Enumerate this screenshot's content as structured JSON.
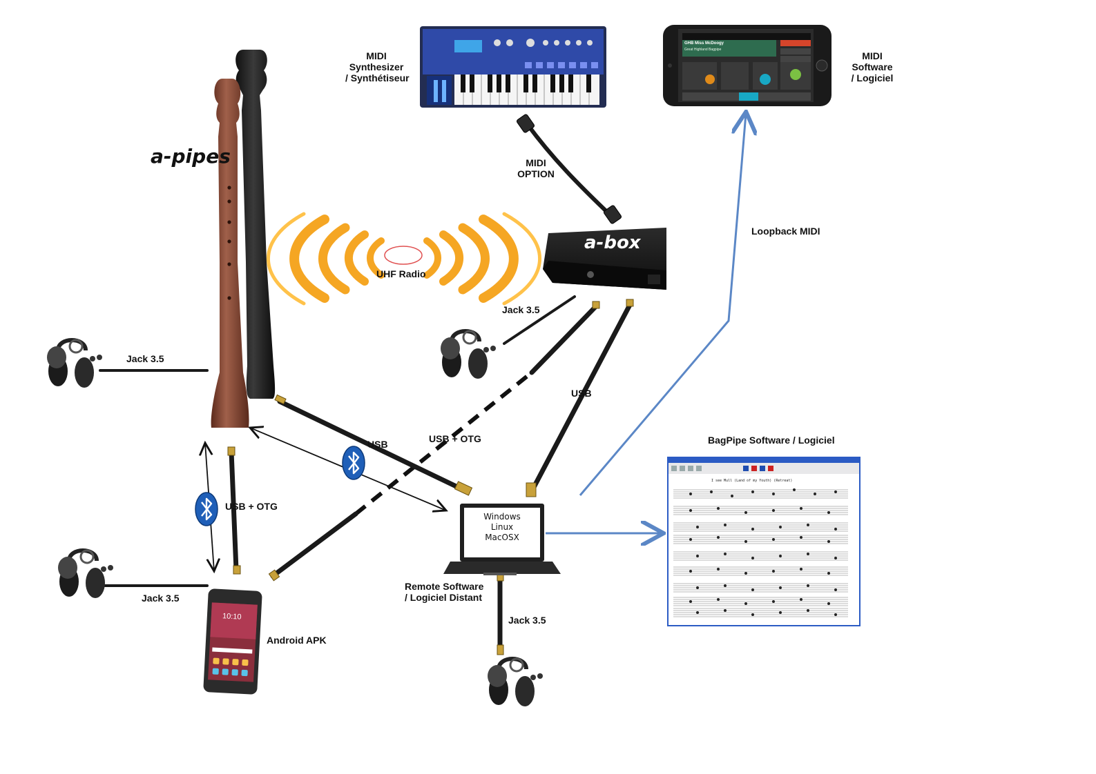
{
  "diagram": {
    "apipes_title": "a-pipes",
    "abox_title": "a-box",
    "labels": {
      "midi_synth_line1": "MIDI",
      "midi_synth_line2": "Synthesizer",
      "midi_synth_line3": "/ Synthétiseur",
      "midi_software_line1": "MIDI",
      "midi_software_line2": "Software",
      "midi_software_line3": "/ Logiciel",
      "midi_option_line1": "MIDI",
      "midi_option_line2": "OPTION",
      "loopback_midi": "Loopback MIDI",
      "uhf_radio": "UHF Radio",
      "jack_abox": "Jack 3.5",
      "jack_pipes": "Jack 3.5",
      "jack_phone": "Jack 3.5",
      "jack_laptop": "Jack 3.5",
      "usb_pipes_laptop": "USB",
      "usb_otg_phone_abox": "USB + OTG",
      "usb_abox_laptop": "USB",
      "usb_otg_pipes_phone": "USB + OTG",
      "bagpipe_software": "BagPipe Software / Logiciel",
      "remote_software_line1": "Remote Software",
      "remote_software_line2": "/ Logiciel Distant",
      "android_apk": "Android APK"
    },
    "laptop_os": [
      "Windows",
      "Linux",
      "MacOSX"
    ],
    "phone_screen": {
      "title": "GHB Miss McDoogy",
      "subtitle": "Great Highland Bagpipe"
    },
    "android_clock": "10:10",
    "sheet_music_title": "I see Mull (Land of my Youth)  (Retreat)",
    "colors": {
      "blue_arrow": "#5b87c6",
      "bluetooth": "#1f5fb8",
      "radio_orange": "#f5a623",
      "pipe_brown": "#7a3e2b"
    }
  }
}
